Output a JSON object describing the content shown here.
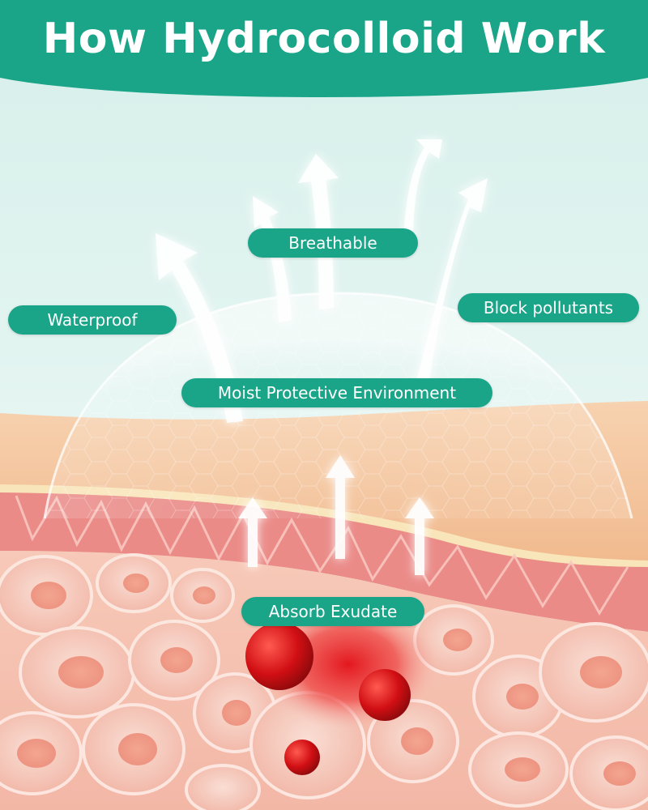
{
  "title": "How Hydrocolloid Work",
  "labels": {
    "breathable": "Breathable",
    "waterproof": "Waterproof",
    "block_pollutants": "Block pollutants",
    "moist_environment": "Moist Protective Environment",
    "absorb_exudate": "Absorb Exudate"
  },
  "colors": {
    "header_green": "#1aa589",
    "pill_green": "#1aa589",
    "background": "#e8f6f3",
    "skin_surface": "#f4c79f",
    "skin_line": "#f7e6b8",
    "epidermis": "#e98585",
    "cell_fill": "#f6c3b6",
    "blood": "#d8141a"
  },
  "icons": [
    "arrow-up-icon"
  ]
}
